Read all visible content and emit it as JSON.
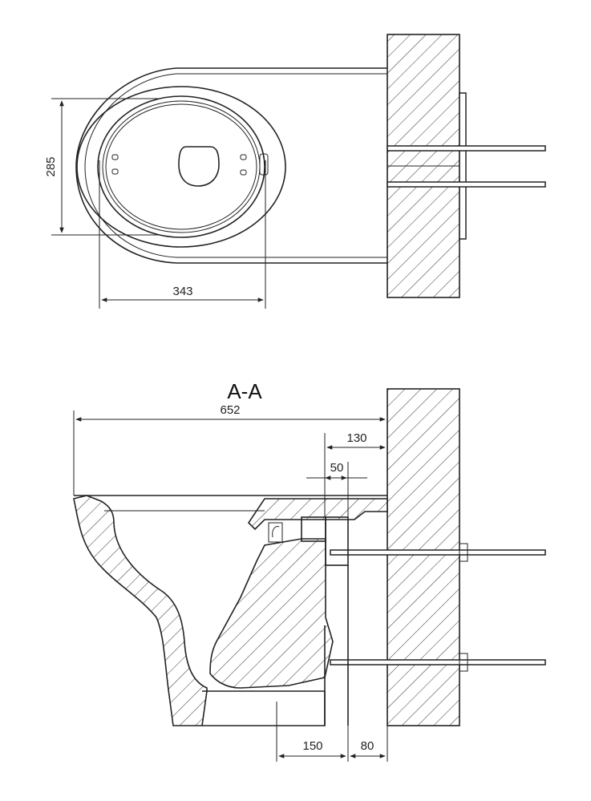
{
  "section_label": "A-A",
  "dimensions": {
    "top_width": "285",
    "top_length": "343",
    "overall_length": "652",
    "wall_offset": "130",
    "flange": "50",
    "base_150": "150",
    "base_80": "80"
  },
  "colors": {
    "line": "#222222",
    "background": "#ffffff"
  }
}
